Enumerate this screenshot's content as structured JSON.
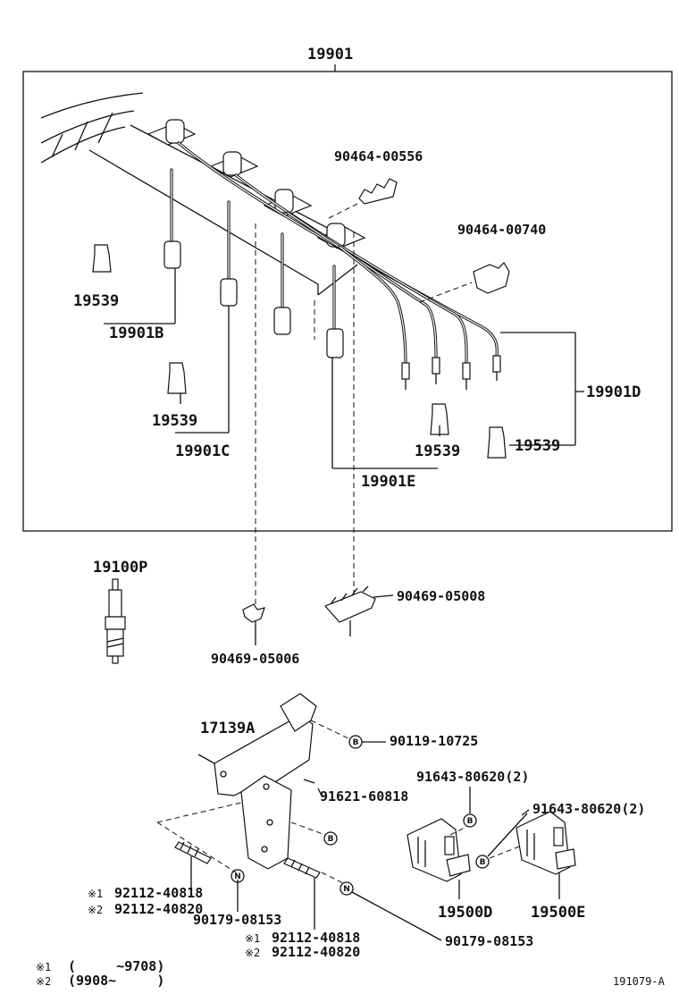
{
  "labels": {
    "wire_set": "19901",
    "clamp_a": "90464-00556",
    "clamp_b": "90464-00740",
    "boot_1": "19539",
    "cord_b": "19901B",
    "boot_2": "19539",
    "cord_c": "19901C",
    "cord_d": "19901D",
    "boot_3": "19539",
    "boot_4": "19539",
    "cord_e": "19901E",
    "plug": "19100P",
    "clip_a": "90469-05008",
    "clip_b": "90469-05006",
    "bracket": "17139A",
    "bolt_a": "90119-10725",
    "bolt_b": "91643-80620(2)",
    "bolt_c": "91621-60818",
    "bolt_d": "91643-80620(2)",
    "stud_a1": "92112-40818",
    "stud_a2": "92112-40820",
    "nut_a": "90179-08153",
    "stud_b1": "92112-40818",
    "stud_b2": "92112-40820",
    "nut_b": "90179-08153",
    "coil_d": "19500D",
    "coil_e": "19500E",
    "mark1": "※1",
    "mark2": "※2",
    "note1_mark": "※1",
    "note1_text": "(     ~9708)",
    "note2_mark": "※2",
    "note2_text": "(9908~     )",
    "diagram_id": "191079-A",
    "marker_b": "B",
    "marker_n": "N"
  }
}
